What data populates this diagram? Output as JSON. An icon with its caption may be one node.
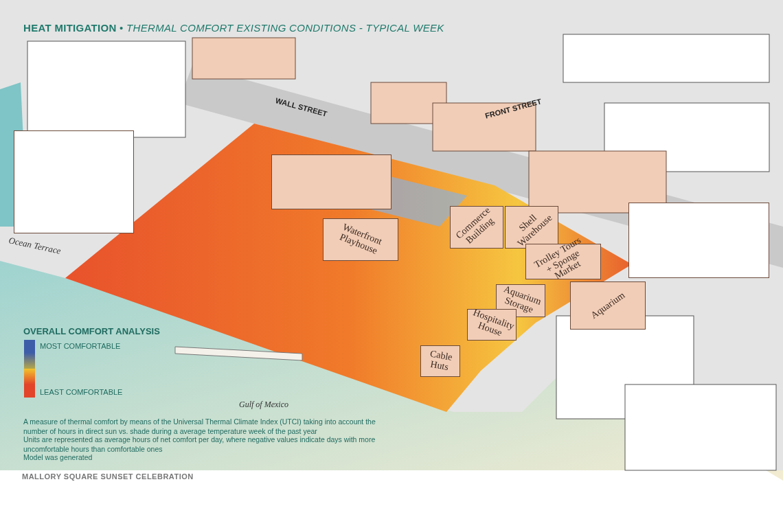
{
  "diagram": {
    "title": "**HEAT MITIGATION** • *THERMAL COMFORT EXISTING CONDITIONS - TYPICAL WEEK*",
    "caption": "MALLORY SQUARE SUNSET CELEBRATION",
    "nodes": [
      {
        "text": [],
        "shape": "box"
      },
      {
        "text": [],
        "shape": "box"
      },
      {
        "text": [
          "Waterfront Playhouse"
        ]
      },
      {
        "text": [
          "Commerce Building"
        ]
      },
      {
        "text": [
          "Shell Warehouse"
        ]
      },
      {
        "text": [
          "Trolley Tours + Sponge Market"
        ]
      },
      {
        "text": [],
        "shape": "box"
      },
      {
        "text": [
          "Aquarium Storage"
        ]
      },
      {
        "text": [
          "Aquarium"
        ]
      },
      {
        "text": [
          "Hospitality House"
        ]
      },
      {
        "text": [
          "Cable Huts"
        ]
      }
    ],
    "edges": [],
    "labels": [
      "WALL STREET",
      "FRONT STREET",
      "Ocean Terrace",
      "OVERALL COMFORT ANALYSIS",
      "Gulf of Mexico",
      "A measure of thermal comfort by means of the Universal Thermal Climate Index (UTCI) taking into account the number of hours in direct sun vs. shade during a average temperature week of the past year",
      "Units are represented as average hours of net comfort per day, where negative values indicate days with more uncomfortable hours than comfortable ones",
      "Model was generated"
    ],
    "legend": [
      {
        "text": "MOST COMFORTABLE",
        "color": "#3d5da8"
      },
      {
        "text": "LEAST COMFORTABLE",
        "color": "#e2452a"
      }
    ]
  }
}
